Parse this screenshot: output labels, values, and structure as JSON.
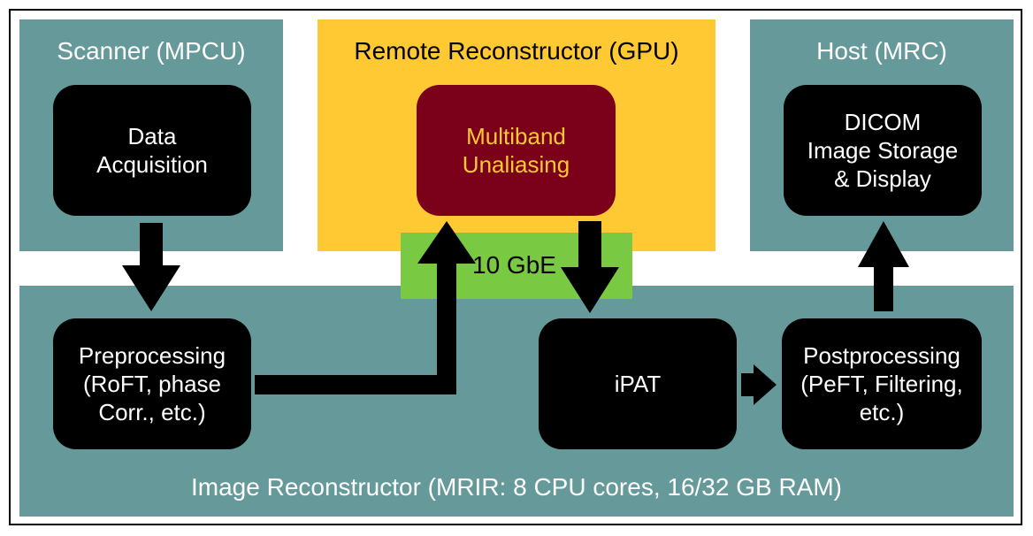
{
  "panels": {
    "scanner": {
      "label": "Scanner (MPCU)"
    },
    "remote": {
      "label": "Remote Reconstructor (GPU)"
    },
    "host": {
      "label": "Host (MRC)"
    },
    "image_reconstructor": {
      "label": "Image Reconstructor (MRIR: 8 CPU cores, 16/32 GB RAM)"
    }
  },
  "boxes": {
    "data_acquisition": "Data\nAcquisition",
    "multiband": "Multiband\nUnaliasing",
    "dicom": "DICOM\nImage Storage\n& Display",
    "preprocessing": "Preprocessing\n(RoFT, phase\nCorr., etc.)",
    "ipat": "iPAT",
    "postprocessing": "Postprocessing\n(PeFT, Filtering,\netc.)"
  },
  "link": {
    "label": "10 GbE"
  },
  "colors": {
    "teal": "#669999",
    "yellow": "#FFC933",
    "green": "#7AC943",
    "maroon": "#7B0019",
    "box": "#000000"
  }
}
